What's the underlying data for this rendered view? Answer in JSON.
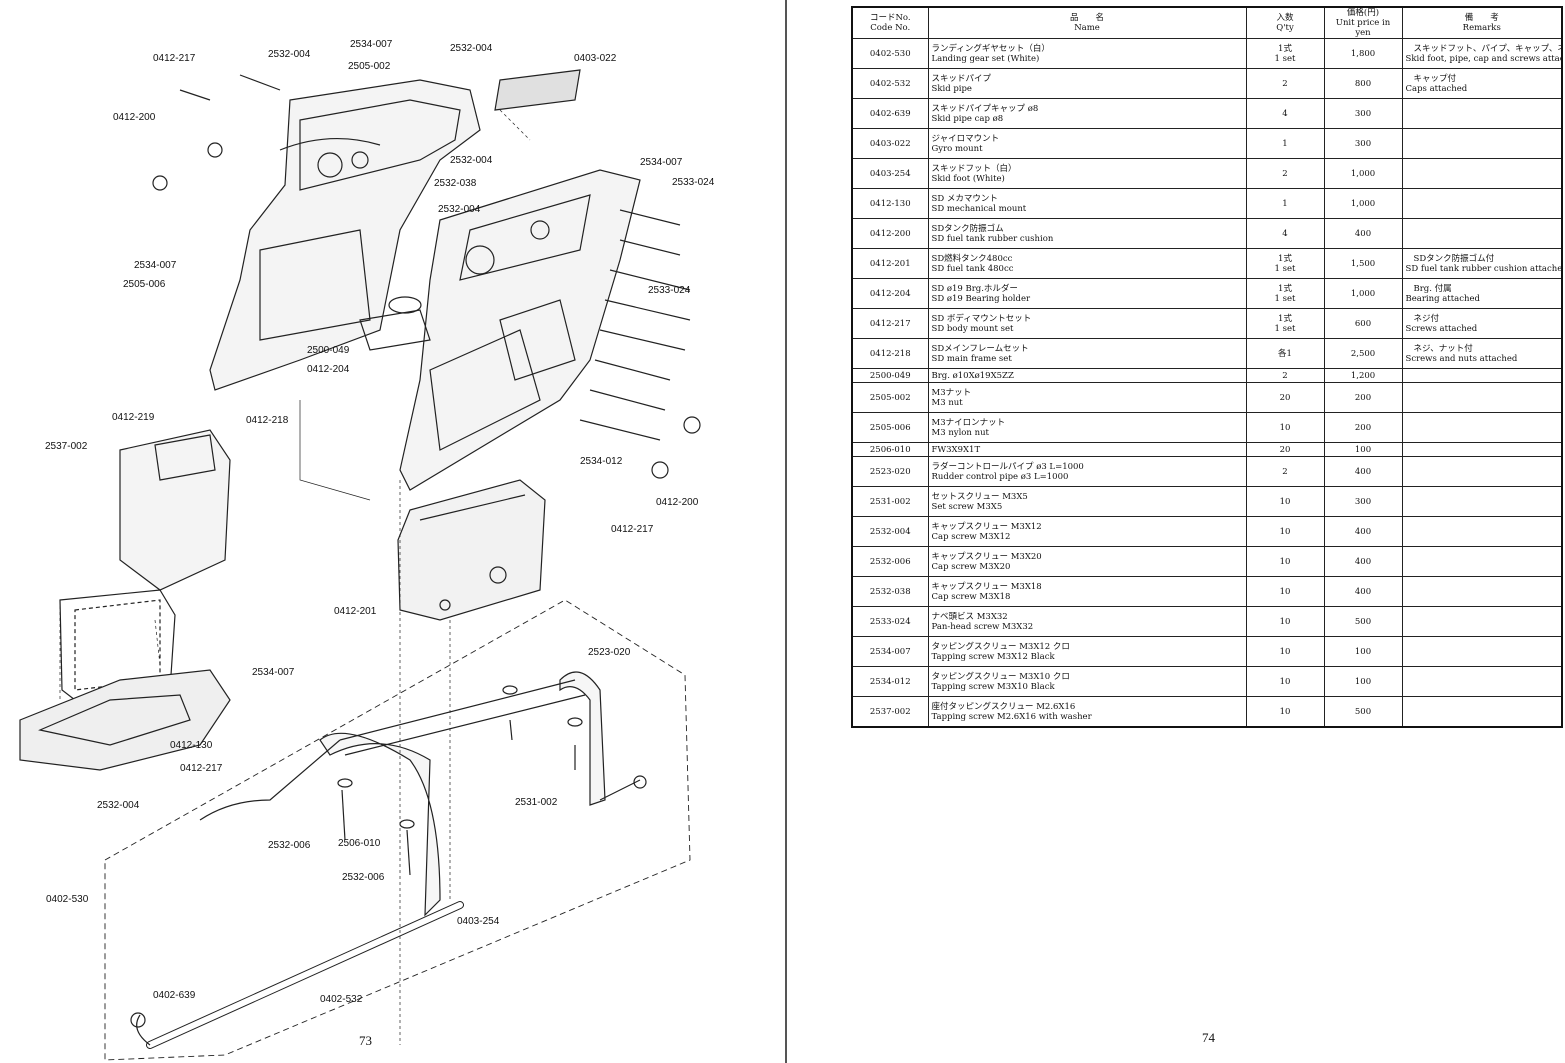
{
  "left_page": {
    "page_number": "73",
    "callouts": [
      {
        "id": "c1",
        "text": "0412-217"
      },
      {
        "id": "c2",
        "text": "2532-004"
      },
      {
        "id": "c3",
        "text": "2534-007"
      },
      {
        "id": "c4",
        "text": "2532-004"
      },
      {
        "id": "c5",
        "text": "2505-002"
      },
      {
        "id": "c6",
        "text": "0403-022"
      },
      {
        "id": "c7",
        "text": "0412-200"
      },
      {
        "id": "c8",
        "text": "2532-004"
      },
      {
        "id": "c9",
        "text": "2534-007"
      },
      {
        "id": "c10",
        "text": "2532-038"
      },
      {
        "id": "c11",
        "text": "2533-024"
      },
      {
        "id": "c12",
        "text": "2532-004"
      },
      {
        "id": "c13",
        "text": "2534-007"
      },
      {
        "id": "c14",
        "text": "2505-006"
      },
      {
        "id": "c15",
        "text": "2533-024"
      },
      {
        "id": "c16",
        "text": "2500-049"
      },
      {
        "id": "c17",
        "text": "0412-204"
      },
      {
        "id": "c18",
        "text": "0412-219"
      },
      {
        "id": "c19",
        "text": "0412-218"
      },
      {
        "id": "c20",
        "text": "2537-002"
      },
      {
        "id": "c21",
        "text": "2534-012"
      },
      {
        "id": "c22",
        "text": "0412-200"
      },
      {
        "id": "c23",
        "text": "0412-217"
      },
      {
        "id": "c24",
        "text": "0412-201"
      },
      {
        "id": "c25",
        "text": "2523-020"
      },
      {
        "id": "c26",
        "text": "2534-007"
      },
      {
        "id": "c27",
        "text": "0412-130"
      },
      {
        "id": "c28",
        "text": "0412-217"
      },
      {
        "id": "c29",
        "text": "2532-004"
      },
      {
        "id": "c30",
        "text": "2531-002"
      },
      {
        "id": "c31",
        "text": "2532-006"
      },
      {
        "id": "c32",
        "text": "2506-010"
      },
      {
        "id": "c33",
        "text": "2532-006"
      },
      {
        "id": "c34",
        "text": "0402-530"
      },
      {
        "id": "c35",
        "text": "0403-254"
      },
      {
        "id": "c36",
        "text": "0402-639"
      },
      {
        "id": "c37",
        "text": "0402-532"
      }
    ]
  },
  "right_page": {
    "page_number": "74",
    "table": {
      "headers": {
        "code": {
          "jp": "コードNo.",
          "en": "Code No."
        },
        "name": {
          "jp": "品　　名",
          "en": "Name"
        },
        "qty": {
          "jp": "入数",
          "en": "Q'ty"
        },
        "price": {
          "jp": "価格(円)",
          "en": "Unit price in yen"
        },
        "remarks": {
          "jp": "備　　考",
          "en": "Remarks"
        }
      },
      "rows": [
        {
          "code": "0402-530",
          "name_jp": "ランディングギヤセット（白）",
          "name_en": "Landing gear set (White)",
          "qty1": "1式",
          "qty2": "1 set",
          "price": "1,800",
          "rem_jp": "スキッドフット、パイプ、キャップ、ネジ付",
          "rem_en": "Skid foot, pipe, cap and screws attached"
        },
        {
          "code": "0402-532",
          "name_jp": "スキッドパイプ",
          "name_en": "Skid pipe",
          "qty1": "2",
          "qty2": "",
          "price": "800",
          "rem_jp": "キャップ付",
          "rem_en": "Caps attached"
        },
        {
          "code": "0402-639",
          "name_jp": "スキッドパイプキャップ ø8",
          "name_en": "Skid pipe cap ø8",
          "qty1": "4",
          "qty2": "",
          "price": "300",
          "rem_jp": "",
          "rem_en": ""
        },
        {
          "code": "0403-022",
          "name_jp": "ジャイロマウント",
          "name_en": "Gyro mount",
          "qty1": "1",
          "qty2": "",
          "price": "300",
          "rem_jp": "",
          "rem_en": ""
        },
        {
          "code": "0403-254",
          "name_jp": "スキッドフット（白）",
          "name_en": "Skid foot (White)",
          "qty1": "2",
          "qty2": "",
          "price": "1,000",
          "rem_jp": "",
          "rem_en": ""
        },
        {
          "code": "0412-130",
          "name_jp": "SD メカマウント",
          "name_en": "SD mechanical mount",
          "qty1": "1",
          "qty2": "",
          "price": "1,000",
          "rem_jp": "",
          "rem_en": ""
        },
        {
          "code": "0412-200",
          "name_jp": "SDタンク防振ゴム",
          "name_en": "SD fuel tank rubber cushion",
          "qty1": "4",
          "qty2": "",
          "price": "400",
          "rem_jp": "",
          "rem_en": ""
        },
        {
          "code": "0412-201",
          "name_jp": "SD燃料タンク480cc",
          "name_en": "SD fuel tank 480cc",
          "qty1": "1式",
          "qty2": "1 set",
          "price": "1,500",
          "rem_jp": "SDタンク防振ゴム付",
          "rem_en": "SD fuel tank rubber cushion attached"
        },
        {
          "code": "0412-204",
          "name_jp": "SD ø19 Brg.ホルダー",
          "name_en": "SD ø19 Bearing holder",
          "qty1": "1式",
          "qty2": "1 set",
          "price": "1,000",
          "rem_jp": "Brg. 付属",
          "rem_en": "Bearing attached"
        },
        {
          "code": "0412-217",
          "name_jp": "SD ボディマウントセット",
          "name_en": "SD body mount set",
          "qty1": "1式",
          "qty2": "1 set",
          "price": "600",
          "rem_jp": "ネジ付",
          "rem_en": "Screws attached"
        },
        {
          "code": "0412-218",
          "name_jp": "SDメインフレームセット",
          "name_en": "SD main frame set",
          "qty1": "各1",
          "qty2": "",
          "price": "2,500",
          "rem_jp": "ネジ、ナット付",
          "rem_en": "Screws and nuts attached"
        },
        {
          "code": "2500-049",
          "name_jp": "Brg.  ø10Xø19X5ZZ",
          "name_en": "",
          "qty1": "2",
          "qty2": "",
          "price": "1,200",
          "rem_jp": "",
          "rem_en": "",
          "single": true
        },
        {
          "code": "2505-002",
          "name_jp": "M3ナット",
          "name_en": "M3 nut",
          "qty1": "20",
          "qty2": "",
          "price": "200",
          "rem_jp": "",
          "rem_en": ""
        },
        {
          "code": "2505-006",
          "name_jp": "M3ナイロンナット",
          "name_en": "M3 nylon nut",
          "qty1": "10",
          "qty2": "",
          "price": "200",
          "rem_jp": "",
          "rem_en": ""
        },
        {
          "code": "2506-010",
          "name_jp": "FW3X9X1T",
          "name_en": "",
          "qty1": "20",
          "qty2": "",
          "price": "100",
          "rem_jp": "",
          "rem_en": "",
          "single": true
        },
        {
          "code": "2523-020",
          "name_jp": "ラダーコントロールパイプ ø3 L=1000",
          "name_en": "Rudder control pipe ø3 L=1000",
          "qty1": "2",
          "qty2": "",
          "price": "400",
          "rem_jp": "",
          "rem_en": ""
        },
        {
          "code": "2531-002",
          "name_jp": "セットスクリュー M3X5",
          "name_en": "Set screw M3X5",
          "qty1": "10",
          "qty2": "",
          "price": "300",
          "rem_jp": "",
          "rem_en": ""
        },
        {
          "code": "2532-004",
          "name_jp": "キャップスクリュー M3X12",
          "name_en": "Cap screw M3X12",
          "qty1": "10",
          "qty2": "",
          "price": "400",
          "rem_jp": "",
          "rem_en": ""
        },
        {
          "code": "2532-006",
          "name_jp": "キャップスクリュー M3X20",
          "name_en": "Cap screw M3X20",
          "qty1": "10",
          "qty2": "",
          "price": "400",
          "rem_jp": "",
          "rem_en": ""
        },
        {
          "code": "2532-038",
          "name_jp": "キャップスクリュー M3X18",
          "name_en": "Cap screw M3X18",
          "qty1": "10",
          "qty2": "",
          "price": "400",
          "rem_jp": "",
          "rem_en": ""
        },
        {
          "code": "2533-024",
          "name_jp": "ナベ頭ビス M3X32",
          "name_en": "Pan-head screw M3X32",
          "qty1": "10",
          "qty2": "",
          "price": "500",
          "rem_jp": "",
          "rem_en": ""
        },
        {
          "code": "2534-007",
          "name_jp": "タッピングスクリュー M3X12 クロ",
          "name_en": "Tapping screw M3X12 Black",
          "qty1": "10",
          "qty2": "",
          "price": "100",
          "rem_jp": "",
          "rem_en": ""
        },
        {
          "code": "2534-012",
          "name_jp": "タッピングスクリュー M3X10 クロ",
          "name_en": "Tapping screw M3X10 Black",
          "qty1": "10",
          "qty2": "",
          "price": "100",
          "rem_jp": "",
          "rem_en": ""
        },
        {
          "code": "2537-002",
          "name_jp": "座付タッピングスクリュー M2.6X16",
          "name_en": "Tapping screw M2.6X16 with washer",
          "qty1": "10",
          "qty2": "",
          "price": "500",
          "rem_jp": "",
          "rem_en": ""
        }
      ]
    }
  }
}
